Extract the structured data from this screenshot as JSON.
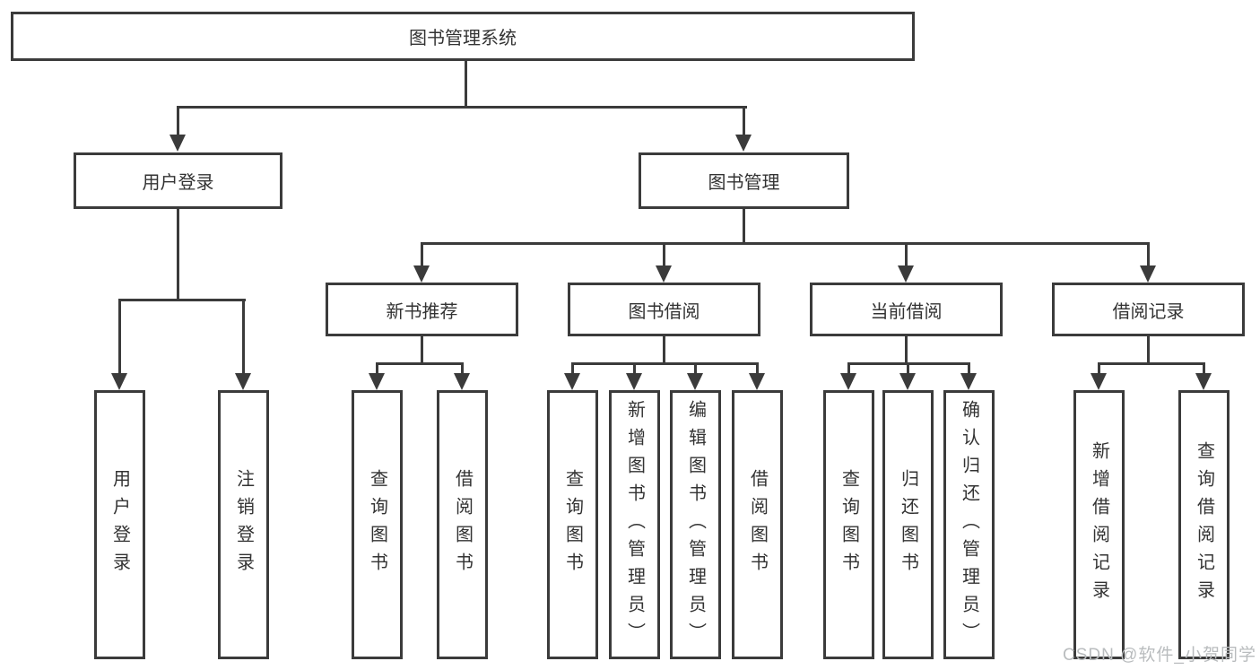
{
  "diagram": {
    "root": {
      "label": "图书管理系统"
    },
    "branches": [
      {
        "label": "用户登录",
        "children": [
          {
            "label": "用户登录"
          },
          {
            "label": "注销登录"
          }
        ]
      },
      {
        "label": "图书管理",
        "children": [
          {
            "label": "新书推荐",
            "children": [
              {
                "label": "查询图书"
              },
              {
                "label": "借阅图书"
              }
            ]
          },
          {
            "label": "图书借阅",
            "children": [
              {
                "label": "查询图书"
              },
              {
                "label": "新增图书（管理员）"
              },
              {
                "label": "编辑图书（管理员）"
              },
              {
                "label": "借阅图书"
              }
            ]
          },
          {
            "label": "当前借阅",
            "children": [
              {
                "label": "查询图书"
              },
              {
                "label": "归还图书"
              },
              {
                "label": "确认归还（管理员）"
              }
            ]
          },
          {
            "label": "借阅记录",
            "children": [
              {
                "label": "新增借阅记录"
              },
              {
                "label": "查询借阅记录"
              }
            ]
          }
        ]
      }
    ],
    "watermark": "CSDN @软件_小贺同学",
    "colors": {
      "line": "#3b3b3b",
      "text": "#333333",
      "watermark": "#b9bcbe",
      "background": "#ffffff"
    }
  }
}
